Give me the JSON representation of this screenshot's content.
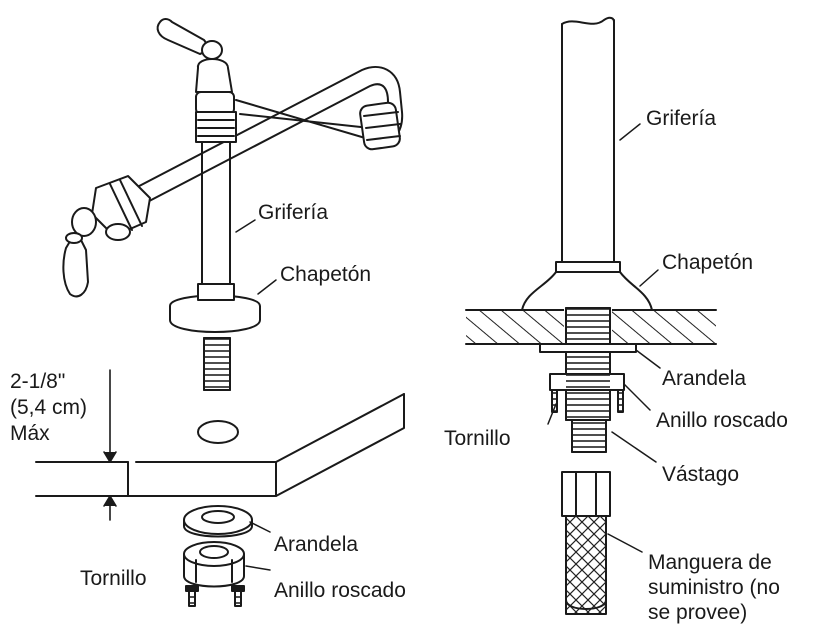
{
  "left_figure": {
    "label_griferia": "Grifería",
    "label_chapeton": "Chapetón",
    "dimension_line1": "2-1/8\"",
    "dimension_line2": "(5,4 cm)",
    "dimension_line3": "Máx",
    "label_arandela": "Arandela",
    "label_tornillo": "Tornillo",
    "label_anillo": "Anillo roscado"
  },
  "right_figure": {
    "label_griferia": "Grifería",
    "label_chapeton": "Chapetón",
    "label_arandela": "Arandela",
    "label_anillo": "Anillo roscado",
    "label_tornillo": "Tornillo",
    "label_vastago": "Vástago",
    "label_manguera": "Manguera de\nsuministro (no\nse provee)"
  }
}
